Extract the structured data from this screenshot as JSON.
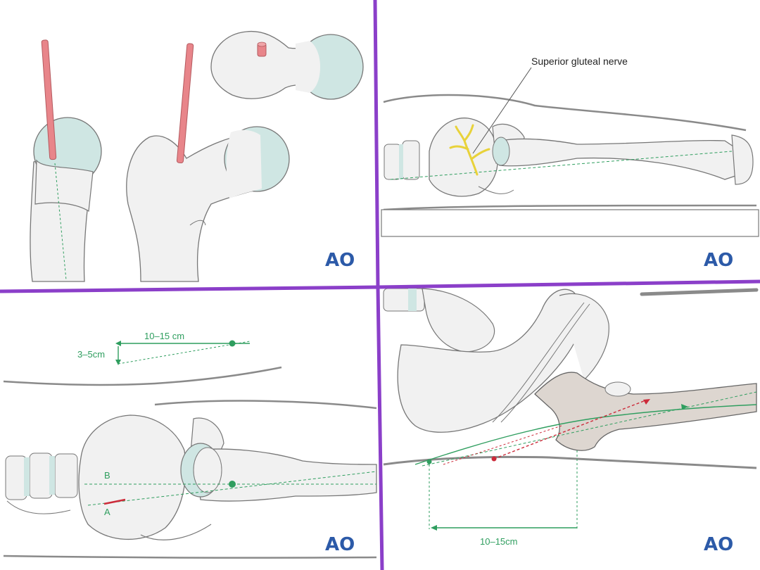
{
  "panels": [
    {
      "id": "top-left",
      "logo": "AO"
    },
    {
      "id": "top-right",
      "logo": "AO",
      "callout": "Superior gluteal nerve"
    },
    {
      "id": "bottom-left",
      "logo": "AO",
      "distance_label": "10–15 cm",
      "offset_label": "3–5cm",
      "point_a": "A",
      "point_b": "B"
    },
    {
      "id": "bottom-right",
      "logo": "AO",
      "distance_label": "10–15cm"
    }
  ],
  "colors": {
    "divider": "#8b3fc9",
    "bone": "#f1f1f1",
    "bone_outline": "#777777",
    "cartilage": "#cfe6e3",
    "guide_wire": "#e8858a",
    "nerve": "#e8d23a",
    "green_line": "#2f9e5f",
    "red_line": "#cc2b3a",
    "femur_highlight": "#ddd6d0",
    "skin": "#8a8a8a",
    "logo": "#2c5aa8"
  }
}
